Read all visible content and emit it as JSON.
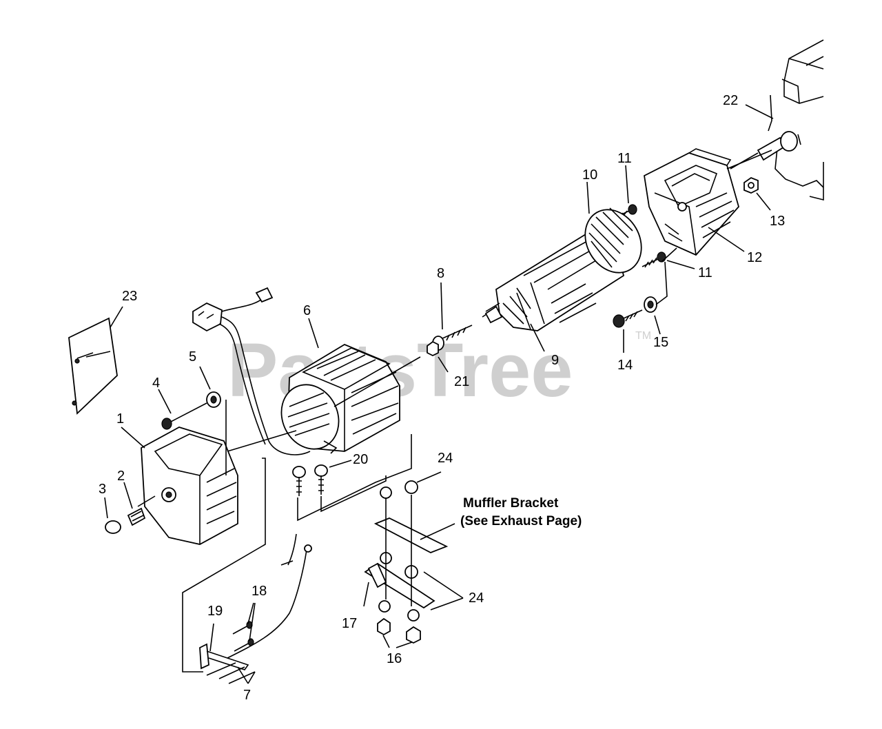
{
  "watermark": {
    "text": "PartsTree",
    "tm": "TM"
  },
  "callouts": [
    {
      "id": "1",
      "label": "1"
    },
    {
      "id": "2",
      "label": "2"
    },
    {
      "id": "3",
      "label": "3"
    },
    {
      "id": "4",
      "label": "4"
    },
    {
      "id": "5",
      "label": "5"
    },
    {
      "id": "6",
      "label": "6"
    },
    {
      "id": "7",
      "label": "7"
    },
    {
      "id": "8",
      "label": "8"
    },
    {
      "id": "9",
      "label": "9"
    },
    {
      "id": "10",
      "label": "10"
    },
    {
      "id": "11a",
      "label": "11"
    },
    {
      "id": "11b",
      "label": "11"
    },
    {
      "id": "12",
      "label": "12"
    },
    {
      "id": "13",
      "label": "13"
    },
    {
      "id": "14",
      "label": "14"
    },
    {
      "id": "15",
      "label": "15"
    },
    {
      "id": "16",
      "label": "16"
    },
    {
      "id": "17",
      "label": "17"
    },
    {
      "id": "18",
      "label": "18"
    },
    {
      "id": "19",
      "label": "19"
    },
    {
      "id": "20",
      "label": "20"
    },
    {
      "id": "21",
      "label": "21"
    },
    {
      "id": "22",
      "label": "22"
    },
    {
      "id": "23",
      "label": "23"
    },
    {
      "id": "24a",
      "label": "24"
    },
    {
      "id": "24b",
      "label": "24"
    }
  ],
  "caption": {
    "line1": "Muffler Bracket",
    "line2": "(See Exhaust Page)"
  }
}
